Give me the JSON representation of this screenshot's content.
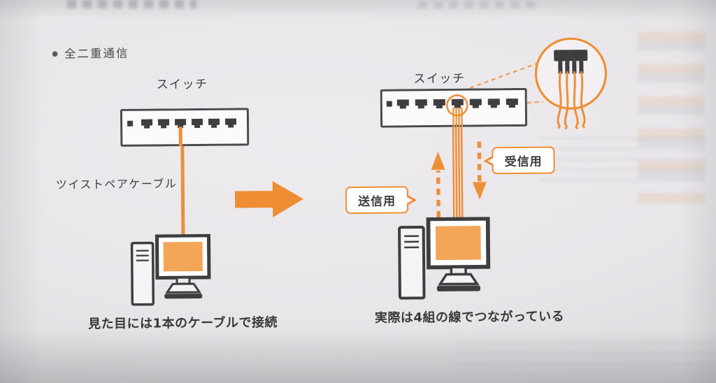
{
  "section": {
    "bullet": "●",
    "title": "全二重通信"
  },
  "left_diagram": {
    "switch_label": "スイッチ",
    "cable_label": "ツイストペアケーブル",
    "caption": "見た目には1本のケーブルで接続"
  },
  "right_diagram": {
    "switch_label": "スイッチ",
    "send_label": "送信用",
    "receive_label": "受信用",
    "caption": "実際は4組の線でつながっている"
  },
  "colors": {
    "accent_orange": "#EF8F35",
    "screen_orange": "#F3A558",
    "line_dark": "#3E3E40",
    "paper": "#E8E6E9"
  }
}
